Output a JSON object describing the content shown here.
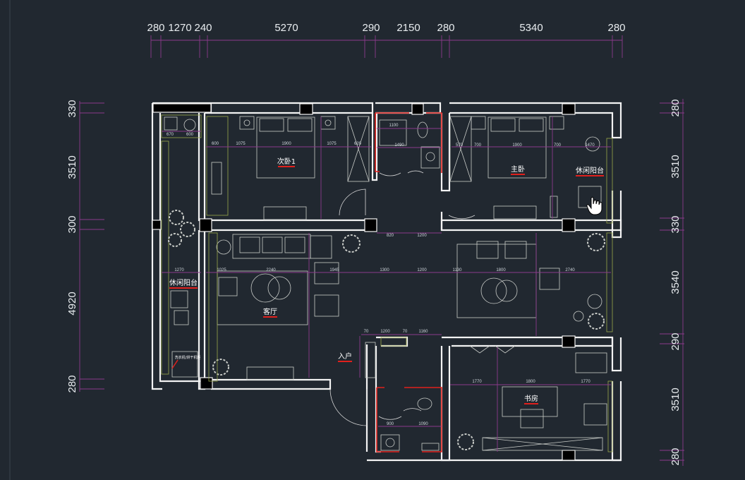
{
  "top_dims": [
    "280",
    "1270",
    "240",
    "5270",
    "290",
    "2150",
    "280",
    "5340",
    "280"
  ],
  "left_dims": [
    "330",
    "3510",
    "300",
    "4920",
    "280"
  ],
  "right_dims": [
    "280",
    "3510",
    "330",
    "3540",
    "290",
    "3510",
    "280"
  ],
  "rooms": {
    "bedroom2": "次卧1",
    "master": "主卧",
    "balcony_right": "休闲阳台",
    "balcony_left": "休闲阳台",
    "living": "客厅",
    "entry": "入户",
    "study": "书房",
    "small_note": "洗衣机/烘干机柜"
  },
  "inner_dims": {
    "d670": "670",
    "d600": "600",
    "d1075": "1075",
    "d1900": "1900",
    "d620": "620",
    "d1100": "1100",
    "d1490": "1490",
    "d570": "570",
    "d700": "700",
    "d1470": "1470",
    "d820": "820",
    "d1200": "1200",
    "d1270": "1270",
    "d1025": "1025",
    "d2240": "2240",
    "d1945": "1945",
    "d1300": "1300",
    "d1130": "1130",
    "d1800": "1800",
    "d2740": "2740",
    "d1160": "1160",
    "d70": "70",
    "d1770": "1770",
    "d900": "900",
    "d1090": "1090"
  },
  "colors": {
    "background": "#212830",
    "wall": "#f3f3f3",
    "dimension": "#8c3a8c",
    "furniture": "#c9ccc8",
    "green": "#9aa84a",
    "highlight": "#e0201c"
  }
}
